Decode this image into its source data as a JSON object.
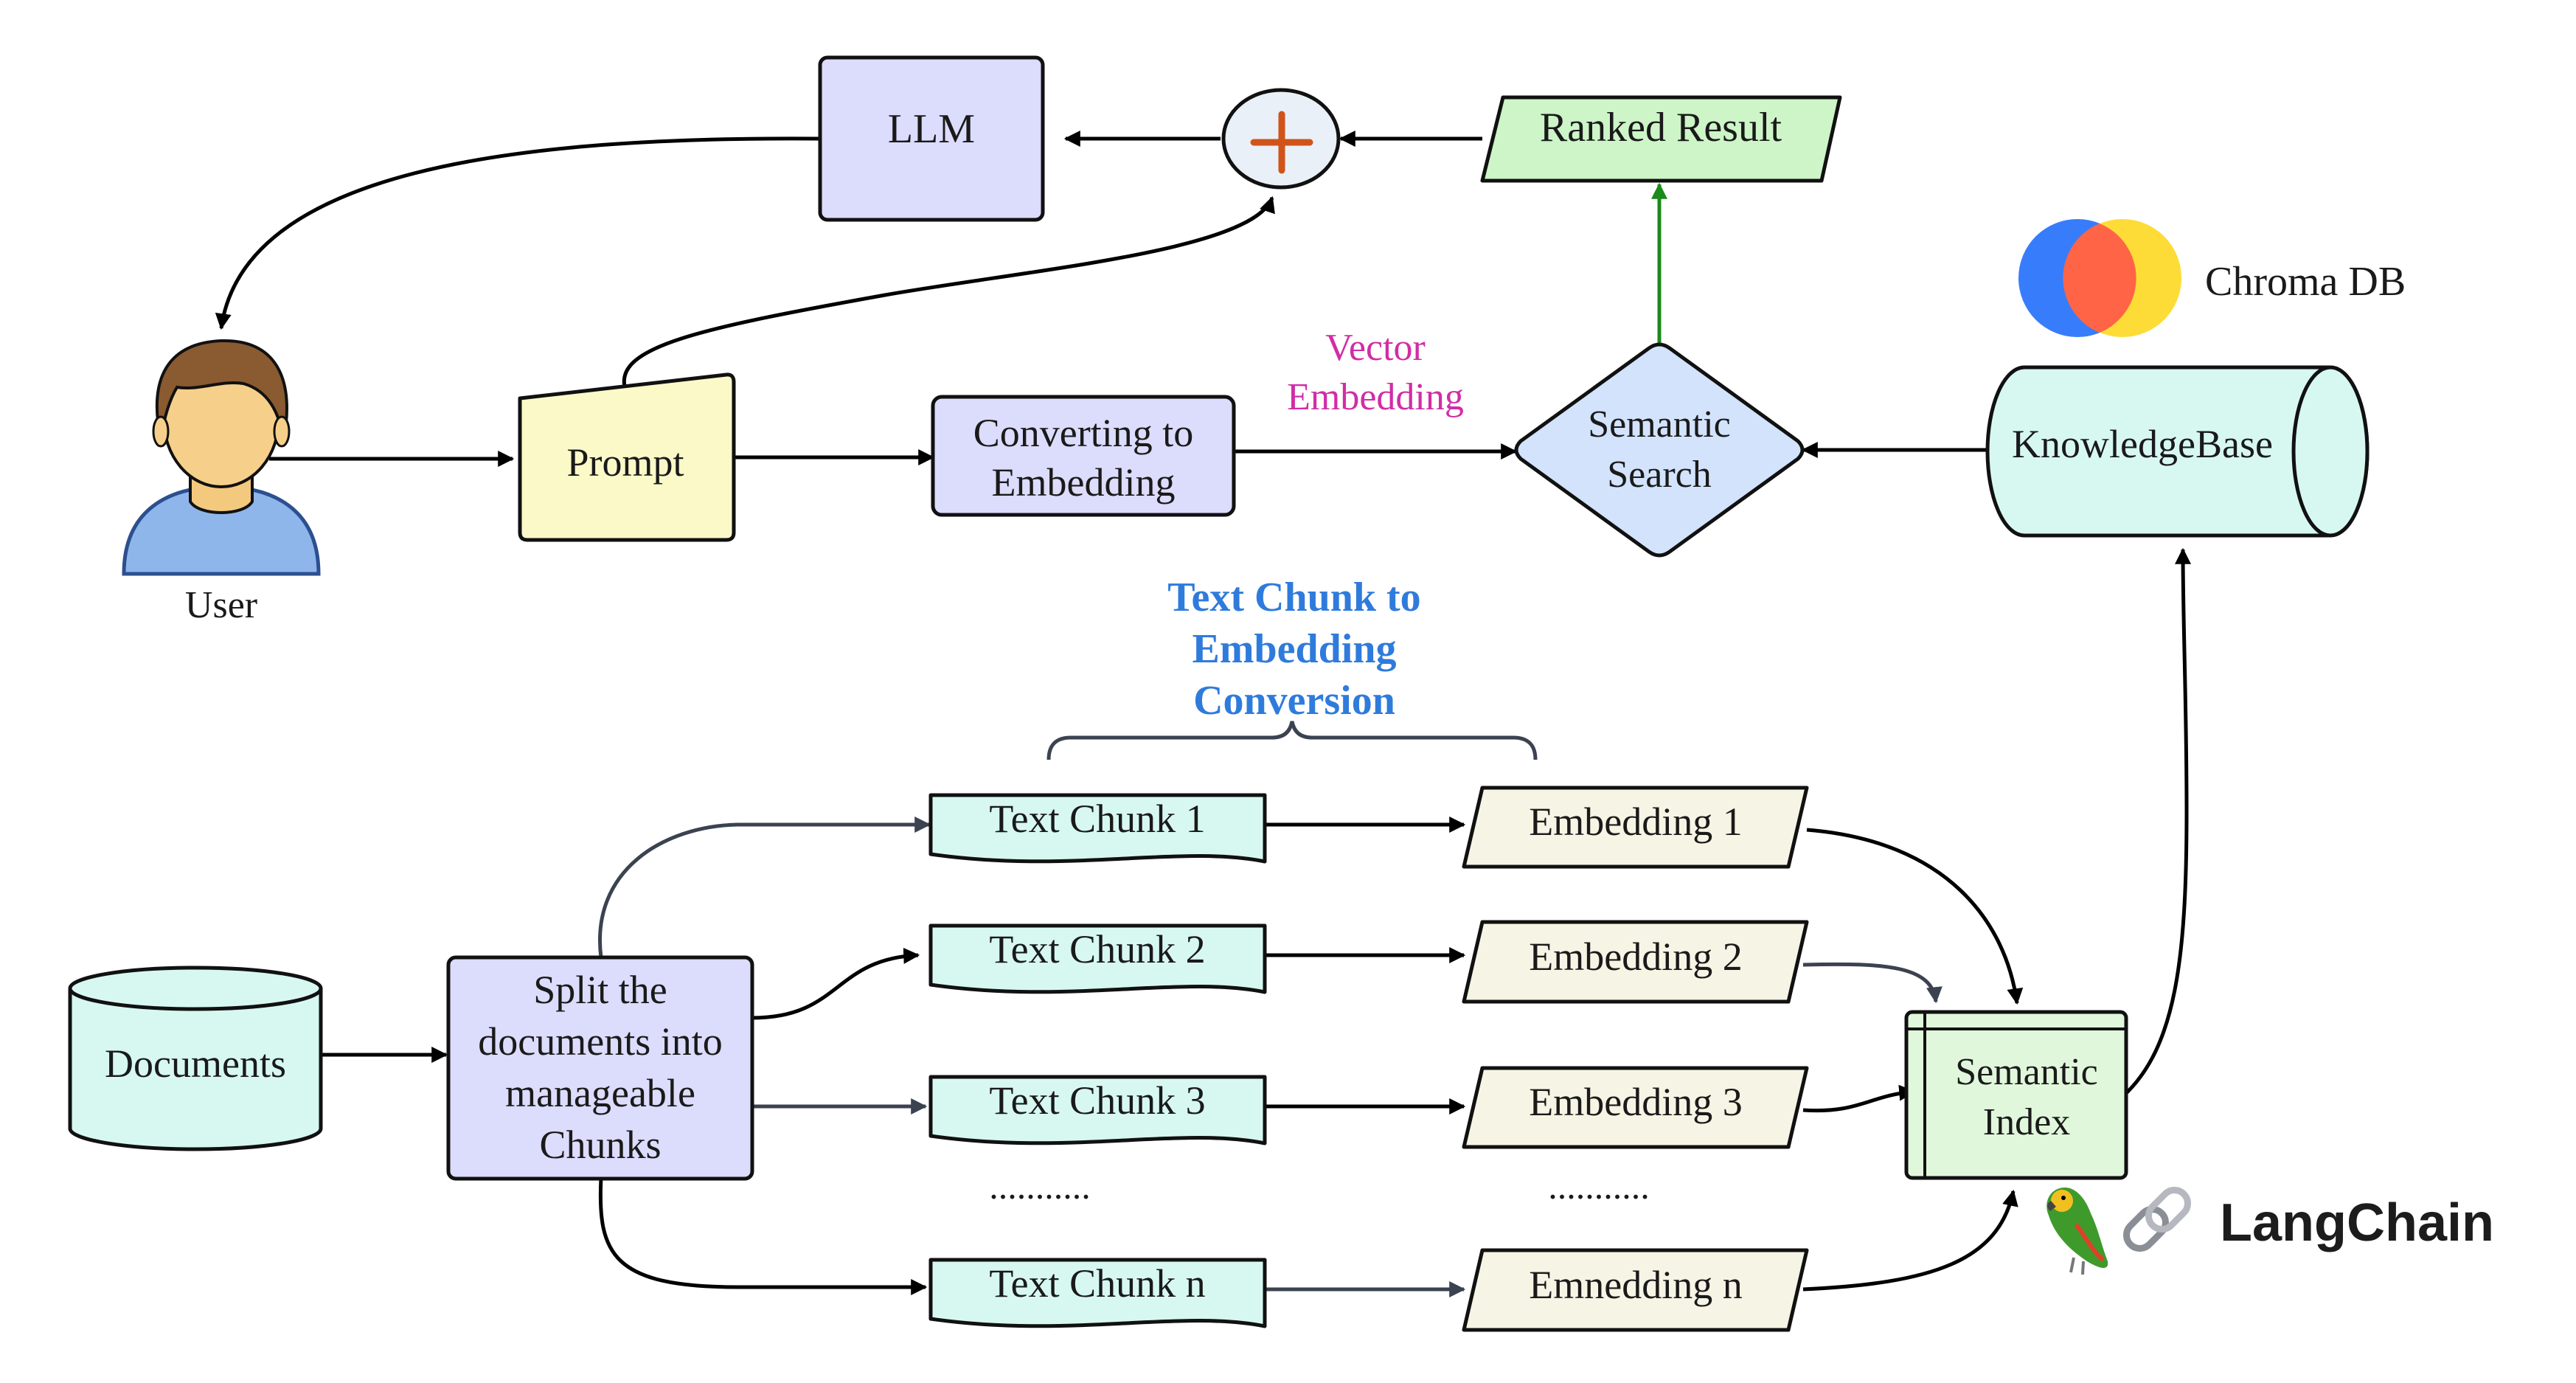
{
  "nodes": {
    "llm": "LLM",
    "ranked_result": "Ranked Result",
    "user": "User",
    "prompt": "Prompt",
    "converting_1": "Converting to",
    "converting_2": "Embedding",
    "vector_1": "Vector",
    "vector_2": "Embedding",
    "semantic_search_1": "Semantic",
    "semantic_search_2": "Search",
    "knowledge_base": "KnowledgeBase",
    "chroma": "Chroma DB",
    "documents": "Documents",
    "split_1": "Split the",
    "split_2": "documents into",
    "split_3": "manageable",
    "split_4": "Chunks",
    "chunk_1": "Text Chunk 1",
    "chunk_2": "Text Chunk 2",
    "chunk_3": "Text Chunk 3",
    "chunk_n": "Text Chunk n",
    "chunk_dots": "...........",
    "embedding_1": "Embedding 1",
    "embedding_2": "Embedding 2",
    "embedding_3": "Embedding 3",
    "embedding_n": "Emnedding n",
    "embedding_dots": "...........",
    "semantic_index_1": "Semantic",
    "semantic_index_2": "Index",
    "langchain": "LangChain"
  },
  "section_heading": {
    "line1": "Text Chunk to",
    "line2": "Embedding",
    "line3": "Conversion"
  },
  "icons": {
    "plus": "plus-icon",
    "user": "user-avatar-icon",
    "chroma": "chroma-logo-icon",
    "parrot": "parrot-icon",
    "link": "chain-link-icon"
  },
  "colors": {
    "llm_fill": "#dcdcfc",
    "ranked_fill": "#cdf5c8",
    "prompt_fill": "#fbf9c8",
    "search_fill": "#d2e3fb",
    "kb_fill": "#d7f8f1",
    "chunk_fill": "#d7f8f1",
    "embedding_fill": "#f6f4e4",
    "index_fill": "#e1f7dc",
    "accent_pink": "#d12da6",
    "accent_blue": "#2f7bdc",
    "plus_orange": "#d0541a"
  }
}
